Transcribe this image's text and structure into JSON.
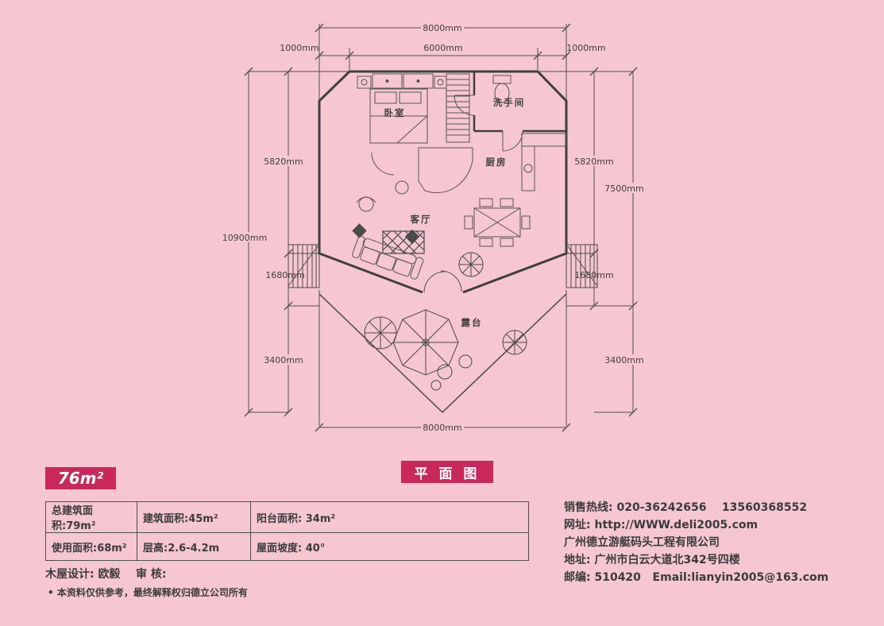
{
  "theme": {
    "background": "#f6c6d1",
    "accent": "#c9285a",
    "line_color": "#4a4a4a",
    "text_color": "#3b3b3b"
  },
  "badges": {
    "area": "76m²",
    "plan_title": "平 面 图"
  },
  "plan": {
    "rooms": {
      "bedroom": "卧室",
      "bathroom": "洗手间",
      "kitchen": "厨房",
      "living": "客厅",
      "terrace": "露台"
    },
    "dims": {
      "top_total": "8000mm",
      "top_left": "1000mm",
      "top_mid": "6000mm",
      "top_right": "1000mm",
      "left_total": "10900mm",
      "left_upper": "5820mm",
      "left_mid": "1680mm",
      "left_lower": "3400mm",
      "right_upper": "5820mm",
      "right_total": "7500mm",
      "right_mid": "1680mm",
      "right_lower": "3400mm",
      "bottom_total": "8000mm"
    }
  },
  "info_table": {
    "rows": [
      [
        "总建筑面积:79m²",
        "建筑面积:45m²",
        "阳台面积: 34m²"
      ],
      [
        "使用面积:68m²",
        "层高:2.6-4.2m",
        "屋面坡度: 40°"
      ]
    ]
  },
  "footer": {
    "designer_line": "木屋设计: 欧毅    审 核:",
    "disclaimer": "• 本资料仅供参考，最终解释权归德立公司所有"
  },
  "contact": {
    "lines": [
      "销售热线: 020-36242656    13560368552",
      "网址: http://WWW.deli2005.com",
      "广州德立游艇码头工程有限公司",
      "地址: 广州市白云大道北342号四楼",
      "邮编: 510420   Email:lianyin2005@163.com"
    ]
  }
}
